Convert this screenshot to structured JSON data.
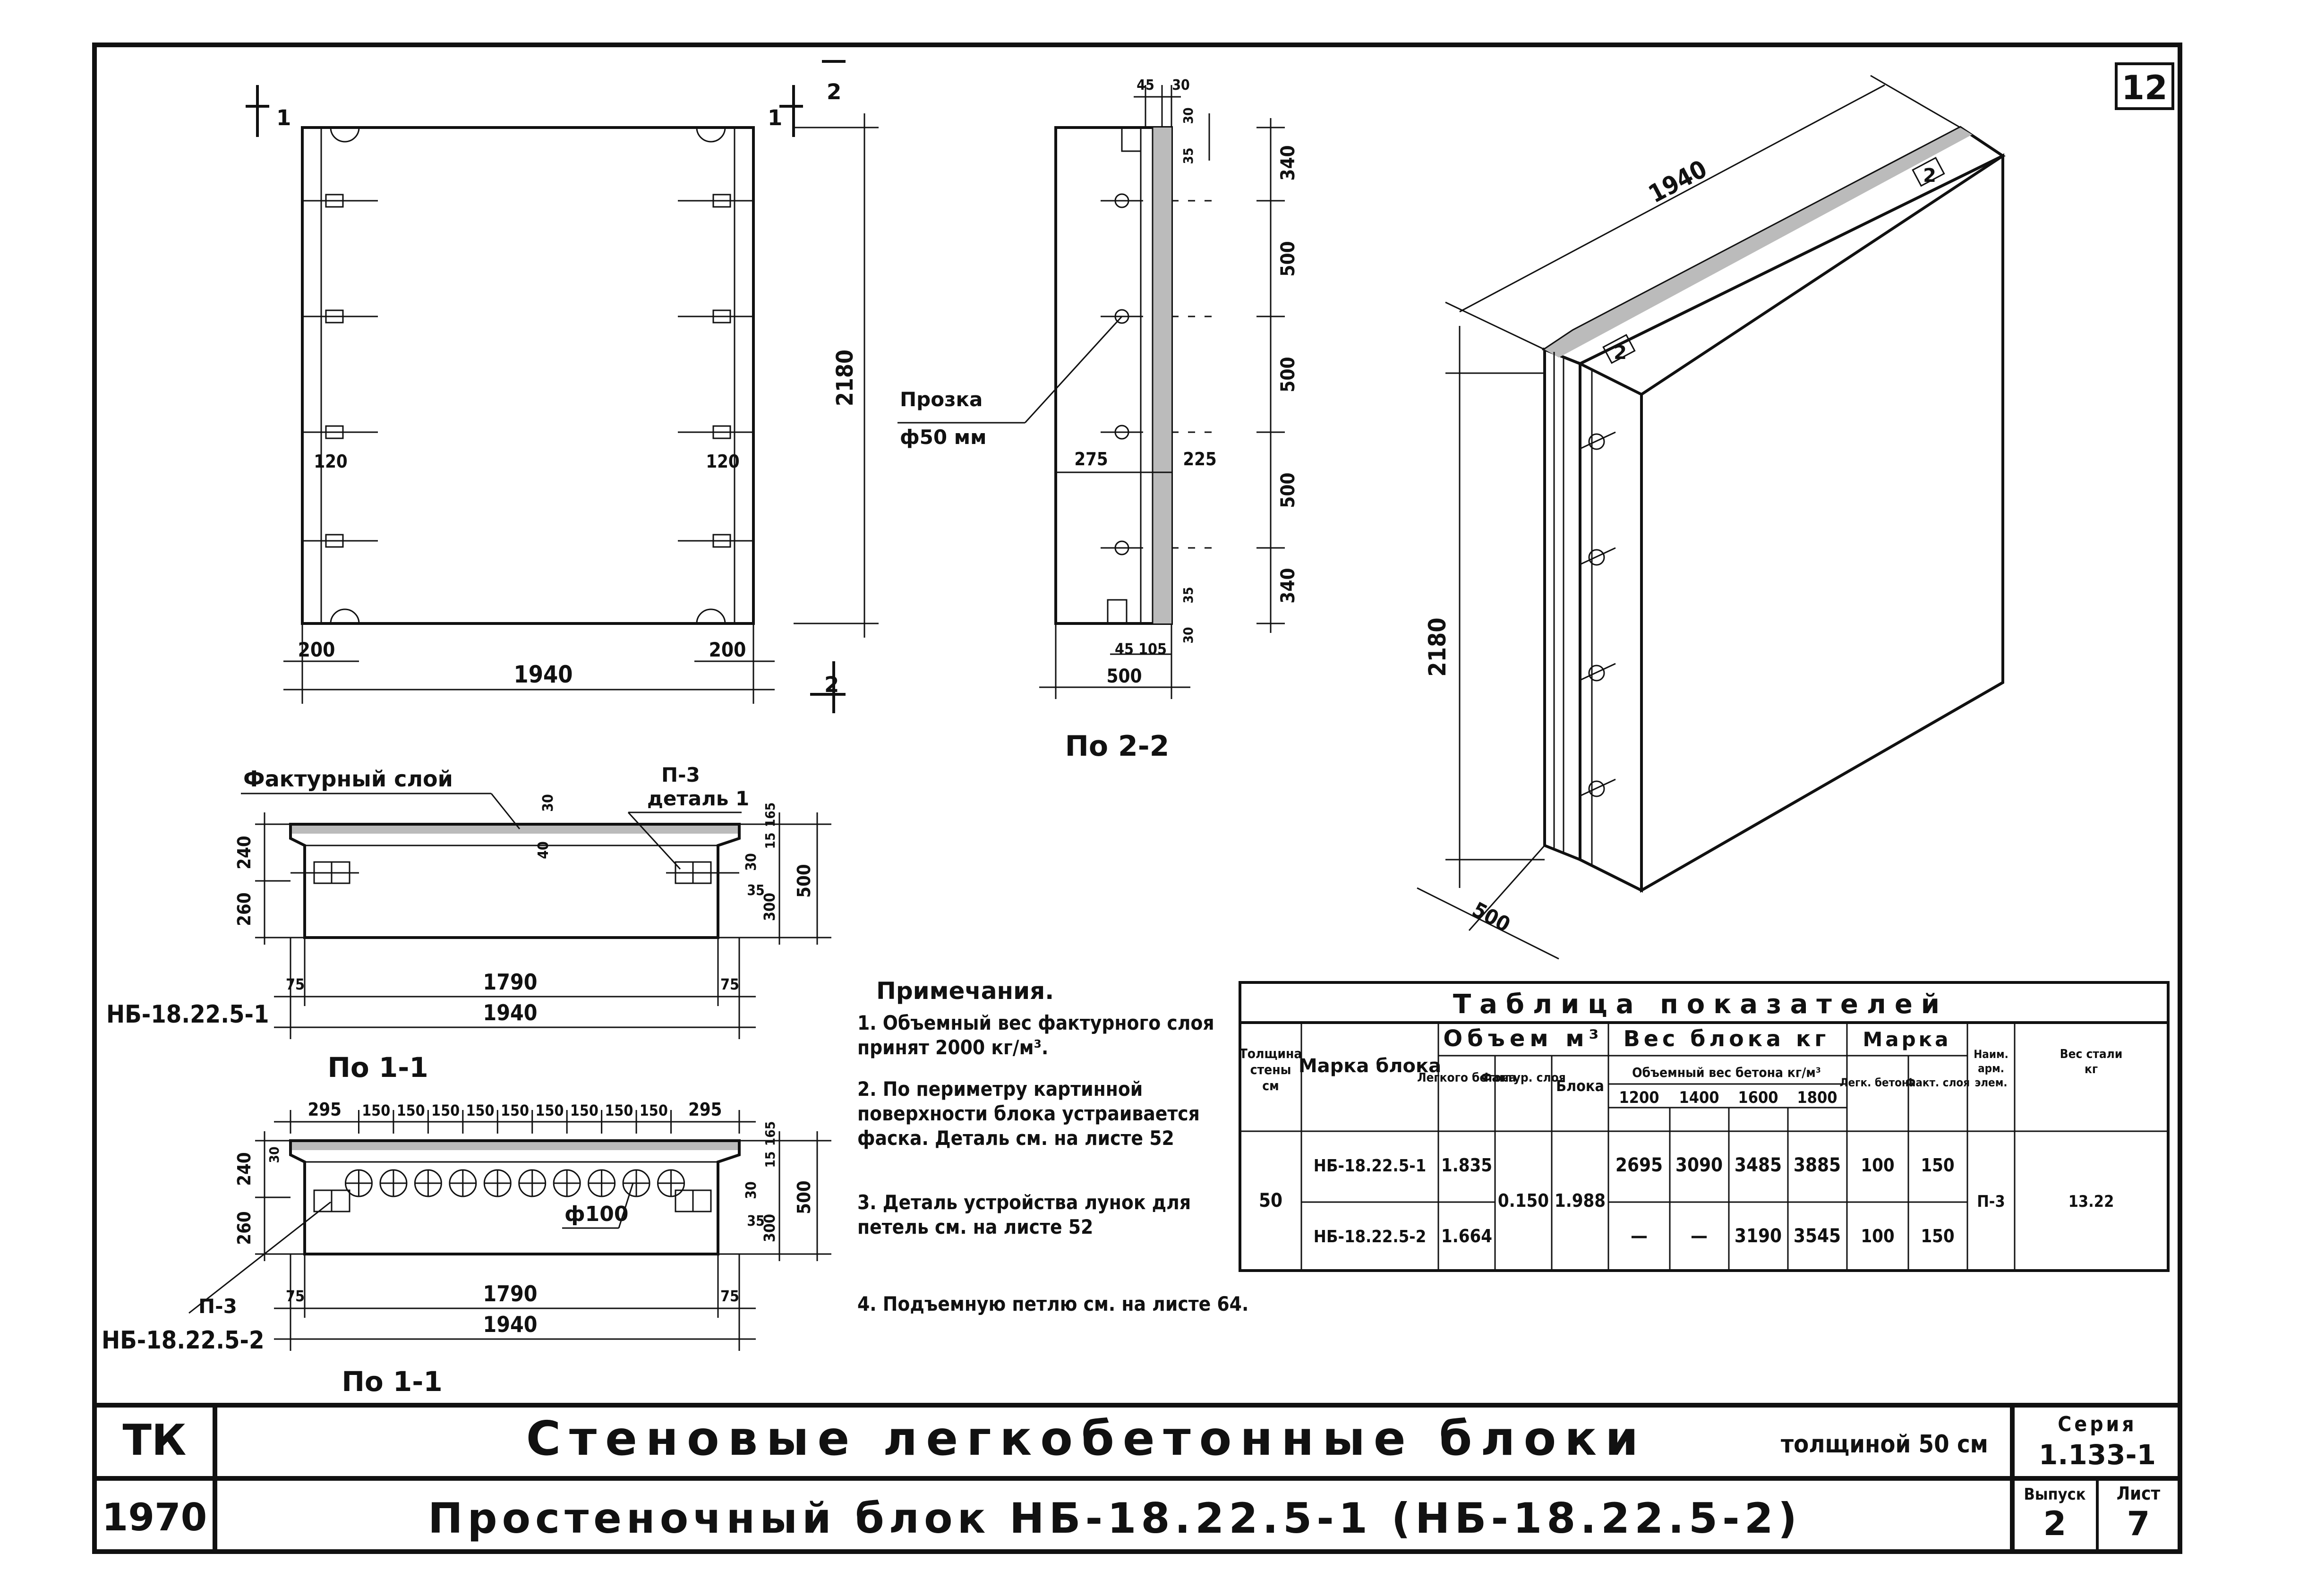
{
  "sheet": {
    "page_number": "12",
    "org_code": "ТК",
    "year": "1970",
    "main_title": "Стеновые легкобетонные блоки",
    "title_suffix": "толщиной 50 см",
    "subtitle": "Простеночный блок НБ-18.22.5-1 (НБ-18.22.5-2)",
    "series_label": "Серия",
    "series_value": "1.133-1",
    "issue_label": "Выпуск",
    "issue_value": "2",
    "sheet_label": "Лист",
    "sheet_value": "7"
  },
  "front_view": {
    "width_dim": "1940",
    "height_dim": "2180",
    "edge_left": "200",
    "edge_right": "200",
    "inner_left": "120",
    "inner_right": "120",
    "cut_mark": "1",
    "cut_mark_2": "2"
  },
  "side_view": {
    "caption": "По 2-2",
    "hole_label_1": "Прозка",
    "hole_label_2": "ф50 мм",
    "dims_v": [
      "340",
      "500",
      "500",
      "500",
      "340"
    ],
    "top_dims": [
      "45",
      "30",
      "30",
      "35"
    ],
    "mid_dims": [
      "275",
      "225"
    ],
    "bottom_dims": [
      "45",
      "105",
      "500",
      "35",
      "30"
    ]
  },
  "section_1": {
    "caption": "По 1-1",
    "label_layer": "Фактурный слой",
    "label_p3": "П-3",
    "label_detail": "деталь 1",
    "block_mark": "НБ-18.22.5-1",
    "dims_left": [
      "240",
      "260"
    ],
    "dims_right": [
      "30",
      "15",
      "165",
      "300",
      "500",
      "35"
    ],
    "dim_top": [
      "40",
      "30"
    ],
    "dim_inner": "1790",
    "dim_outer": "1940",
    "end_dims": [
      "75",
      "75"
    ]
  },
  "section_2": {
    "caption": "По 1-1",
    "label_p3": "П-3",
    "block_mark": "НБ-18.22.5-2",
    "hole_label": "ф100",
    "top_dims": [
      "295",
      "150",
      "150",
      "150",
      "150",
      "150",
      "150",
      "150",
      "150",
      "150",
      "295"
    ],
    "dims_left": [
      "240",
      "260",
      "30"
    ],
    "dims_right": [
      "30",
      "15",
      "165",
      "300",
      "500",
      "35"
    ],
    "dim_inner": "1790",
    "dim_outer": "1940",
    "end_dims": [
      "75",
      "75"
    ]
  },
  "iso_view": {
    "length": "1940",
    "height": "2180",
    "depth": "500",
    "mark": "2"
  },
  "notes": {
    "title": "Примечания.",
    "items": [
      "1. Объемный вес фактурного слоя принят 2000 кг/м³.",
      "2. По периметру картинной поверхности блока устраивается фаска. Деталь см. на листе 52",
      "3. Деталь устройства лунок для петель см. на листе 52",
      "4. Подъемную петлю см. на листе 64."
    ]
  },
  "table": {
    "title": "Таблица показателей",
    "headers": {
      "thickness": "Толщина стены см",
      "mark": "Марка блока",
      "volume": "Объем м³",
      "vol_light": "Легкого бетона",
      "vol_facing": "Фактур. слоя",
      "vol_block": "Блока",
      "weight": "Вес блока кг",
      "weight_sub": "Объемный вес бетона кг/м³",
      "densities": [
        "1200",
        "1400",
        "1600",
        "1800"
      ],
      "grade": "Марка",
      "grade_light": "Легк. бетона",
      "grade_facing": "Факт. слоя",
      "rebar": "Наим. арм. элем.",
      "steel": "Вес стали кг"
    },
    "rows": [
      {
        "thickness": "50",
        "mark": "НБ-18.22.5-1",
        "vol_light": "1.835",
        "vol_facing": "0.150",
        "vol_block": "1.988",
        "weights": [
          "2695",
          "3090",
          "3485",
          "3885"
        ],
        "grade_light": "100",
        "grade_facing": "150",
        "rebar": "П-3",
        "steel": "13.22"
      },
      {
        "thickness": "",
        "mark": "НБ-18.22.5-2",
        "vol_light": "1.664",
        "vol_facing": "",
        "vol_block": "",
        "weights": [
          "—",
          "—",
          "3190",
          "3545"
        ],
        "grade_light": "100",
        "grade_facing": "150",
        "rebar": "",
        "steel": ""
      }
    ]
  }
}
